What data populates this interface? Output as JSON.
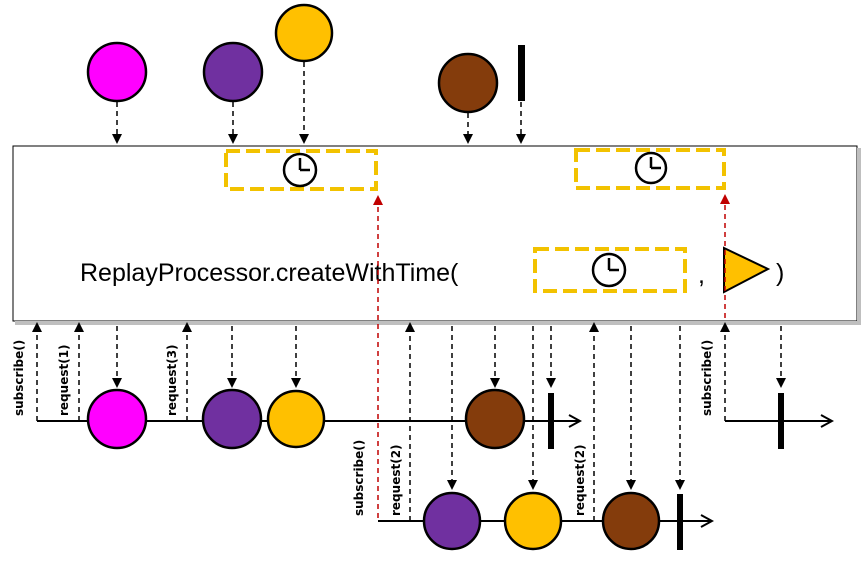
{
  "operator": {
    "code_prefix": "ReplayProcessor.createWithTime(",
    "comma": ",",
    "code_suffix": ")",
    "duration_icon": "clock-icon",
    "scheduler_icon": "triangle-scheduler-icon"
  },
  "colors": {
    "magenta": "#ff00ff",
    "purple": "#7030a0",
    "gold": "#ffc000",
    "brown": "#843c0c",
    "dashed_box": "#f2c200",
    "red_arrow": "#c00000",
    "scheduler": "#ffc000"
  },
  "source_events": [
    {
      "name": "magenta",
      "color": "magenta"
    },
    {
      "name": "purple",
      "color": "purple"
    },
    {
      "name": "gold",
      "color": "gold"
    },
    {
      "name": "brown",
      "color": "brown"
    },
    {
      "name": "complete",
      "kind": "completion-bar"
    }
  ],
  "subscriber1": {
    "labels": [
      "subscribe()",
      "request(1)",
      "request(3)"
    ],
    "events": [
      "magenta",
      "purple",
      "gold",
      "brown"
    ]
  },
  "subscriber2": {
    "labels": [
      "subscribe()",
      "request(2)",
      "request(2)"
    ],
    "events": [
      "purple",
      "gold",
      "brown"
    ]
  },
  "subscriber3": {
    "labels": [
      "subscribe()"
    ]
  }
}
